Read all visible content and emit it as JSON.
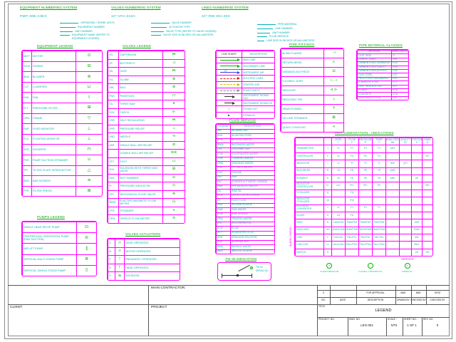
{
  "colors": {
    "accent_magenta": "#ff00ff",
    "accent_cyan": "#00b2b2",
    "accent_green": "#00a400",
    "symbol_green": "#00b400"
  },
  "numbering": {
    "equipment": {
      "title": "EQUIPMENT NUMBERING SYSTEM",
      "code": "PMP-30B-A/B/C",
      "callouts": [
        "OPERATING / SPARE UNITS",
        "EQUIPMENT NUMBER",
        "UNIT NUMBER",
        "EQUIPMENT NAME (REFER TO\nEQUIPMENT LEGEND)"
      ]
    },
    "valves": {
      "title": "VALVES NUMBERING SYSTEM",
      "code": "10\"-VFA-310A",
      "callouts": [
        "VALVE NUMBER",
        "ACTUATOR TYPE",
        "VALVE TYPE (REFER TO VALVE LEGEND)",
        "VALVE SIZE IN INCHES OR MILLIMETERS"
      ]
    },
    "lines": {
      "title": "LINES NUMBERING SYSTEM",
      "code": "20\"-RW-301-003",
      "callouts": [
        "PIPE MATERIAL",
        "LINE NUMBER",
        "UNIT NUMBER",
        "FLUID SERVICE",
        "LINE SIZE IN INCHES OR MILLIMETERS"
      ]
    }
  },
  "equipment_legend": {
    "title": "EQUIPMENT LEGEND",
    "rows": [
      [
        "MOT",
        "MOTOR",
        "⊙"
      ],
      [
        "SCW",
        "SCREW",
        "⊟"
      ],
      [
        "BLW",
        "BLOWER",
        "⊚"
      ],
      [
        "CLF",
        "CLARIFIER",
        "⊔"
      ],
      [
        "FAN",
        "FAN",
        "I"
      ],
      [
        "FLT",
        "PRESSURE FILTER",
        "⊞"
      ],
      [
        "CRN",
        "CRANE",
        "▽"
      ],
      [
        "FAR",
        "FIXED AERATOR",
        "⊥"
      ],
      [
        "FLA",
        "FLOATING AERATOR",
        "⊥"
      ],
      [
        "SCR",
        "SCRAPER",
        "⊓"
      ],
      [
        "PSS",
        "PUMP SUCTION STRAINER",
        "∪"
      ],
      [
        "TPI",
        "TILTED PLATE INTERCEPTOR",
        "△"
      ],
      [
        "BSN",
        "BAR SCREEN",
        "≡"
      ],
      [
        "FPR",
        "FILTER PRESS",
        "⊞"
      ]
    ]
  },
  "pumps_legend": {
    "title": "PUMPS LEGEND",
    "rows": [
      [
        "SINGLE HEAD RECIP. PUMP",
        "⊡"
      ],
      [
        "CENTRIFUGAL HORIZONTAL PUMP (END SUCTION)",
        "⊘"
      ],
      [
        "AIR LIFT PUMP",
        "∥"
      ],
      [
        "VERTICAL MULTI STAGE PUMP",
        "≣"
      ],
      [
        "VERTICAL SINGLE STAGE PUMP",
        "▯"
      ]
    ]
  },
  "valves_legend": {
    "title": "VALVES LEGEND",
    "rows": [
      [
        "VD-",
        "DIAPHRAGM",
        "⋈"
      ],
      [
        "VF-",
        "BUTTERFLY",
        "◁"
      ],
      [
        "VA-",
        "GATE",
        "⋈"
      ],
      [
        "VG-",
        "GLOBE",
        "⊗"
      ],
      [
        "VBL",
        "BALL",
        "⊕"
      ],
      [
        "PNS",
        "PENSTOCK",
        "⊓"
      ],
      [
        "V3-",
        "THREE WAY",
        "⋔"
      ],
      [
        "VCK",
        "CHECK",
        "⊳"
      ],
      [
        "VSR",
        "SELF REGULATING",
        "⋈"
      ],
      [
        "VPR",
        "PRESSURE RELIEF",
        "⊥"
      ],
      [
        "VND",
        "NEEDLE",
        "⊲"
      ],
      [
        "VAR",
        "SINGLE BALL AIR RELIEF",
        "⊚"
      ],
      [
        "",
        "DOUBLE BALL AIR RELIEF",
        "⊚⊚"
      ],
      [
        "VFT",
        "FOOT",
        "⊔"
      ],
      [
        "SOL",
        "SOLENOID WITH THREE WAY VALVE",
        "⊞"
      ],
      [
        "VAH",
        "ANTI HAMMER",
        "⊖"
      ],
      [
        "PI",
        "PRESSURE INDICATOR",
        "⊙"
      ],
      [
        "VFL",
        "MECHANICAL FLOAT VALVE",
        "⊛"
      ],
      [
        "MGM",
        "ELECTRO MAGNETIC FLOW METER",
        "⊡"
      ],
      [
        "STR",
        "STRAINER",
        "∧"
      ],
      [
        "OFM",
        "ORIFICE FLOW METER",
        "⊘"
      ]
    ]
  },
  "valves_actuators": {
    "title": "VALVES ACTUATORS",
    "rows": [
      [
        "G",
        "⊓",
        "GEAR OPERATED"
      ],
      [
        "M",
        "⊙",
        "MOTOR OPERATED"
      ],
      [
        "P",
        "⊤",
        "PNEUMATIC OPERATED"
      ],
      [
        "H",
        "Γ",
        "HAND OPERATED"
      ],
      [
        "S",
        "⊞",
        "SOLENOID"
      ]
    ]
  },
  "line_types": {
    "headers": [
      "LINE SHAPE",
      "DESCRIPTION"
    ],
    "rows": [
      [
        "ln:main-line",
        "MAIN LINE"
      ],
      [
        "ln:secondary-line",
        "SECONDARY LINE"
      ],
      [
        "ln:instrument-air",
        "INSTRUMENT AIR"
      ],
      [
        "ln:electric-line",
        "ELECTRIC LINES"
      ],
      [
        "ln:center-line",
        "CENTER LINE"
      ],
      [
        "ln:plant-limits",
        "PLANT LIMITS"
      ],
      [
        "ln:signal-out",
        "INSTRUMENT SIGNAL OUT"
      ],
      [
        "ln:signal-in",
        "INSTRUMENT SIGNAL IN"
      ],
      [
        "⇨",
        "STEAM OUT"
      ],
      [
        "▶",
        "STEAM IN"
      ]
    ]
  },
  "fluid_service": {
    "title": "FLUID SERVICE",
    "headers": [
      "LEGEND",
      "DESCRIPTION"
    ],
    "rows": [
      [
        "AIR",
        "BLOWING AIR"
      ],
      [
        "ALM",
        "ALUM SOLUTION"
      ],
      [
        "APW",
        "AERATED WATER"
      ],
      [
        "BWW",
        "BACKWASH WATER"
      ],
      [
        "CHL",
        "CHLORINE GAS"
      ],
      [
        "CHW",
        "CHLORINATED WATER"
      ],
      [
        "CLW",
        "CLARIFIED WATER"
      ],
      [
        "DRW",
        "DRAINAGE WATER"
      ],
      [
        "FLW",
        "FILTERED WATER"
      ],
      [
        "GRS",
        "GREASE"
      ],
      [
        "GRT",
        "GRIT"
      ],
      [
        "PAC",
        "POWDER ACTIVATED CARBON"
      ],
      [
        "PAW",
        "PRE-AERATED WATER"
      ],
      [
        "OIL",
        "RAW OIL"
      ],
      [
        "OCA",
        "ODOR CONTROL AGENT"
      ],
      [
        "OF",
        "OVER FLOW"
      ],
      [
        "RAS",
        "RETURN SLUDGE"
      ],
      [
        "RAW",
        "RAW WATER"
      ],
      [
        "RSW",
        "RAW SEWAGE"
      ],
      [
        "TRW",
        "TREATED WATER"
      ],
      [
        "ROL",
        "RECOVERED OIL"
      ],
      [
        "SCM",
        "SCUM"
      ],
      [
        "SCY",
        "SLUDGE RECYCLE"
      ],
      [
        "SOD",
        "SODA ASH SOLUTION"
      ],
      [
        "SUP",
        "SUPERNATANT"
      ],
      [
        "SRW",
        "SERVICE WATER"
      ],
      [
        "WAS",
        "WASTED SLUDGE"
      ]
    ]
  },
  "pipe_fittings": {
    "title": "PIPE FITTINGS",
    "rows": [
      [
        "BLIND FLANGE",
        "⊣"
      ],
      [
        "RETURN BEND",
        "∩"
      ],
      [
        "DISMANTLING PIECE",
        "⊟"
      ],
      [
        "FLEXIBLE JOINT",
        "⊢⊣"
      ],
      [
        "REDUCER",
        "⊲ ⊳"
      ],
      [
        "REDUCING TEE",
        "⊥"
      ],
      [
        "DRAIN FUNNEL",
        "Y"
      ],
      [
        "ON LINE STRAINER",
        "⊠"
      ],
      [
        "QUICK COUPLING",
        "≺"
      ]
    ]
  },
  "pipe_materials": {
    "title": "PIPE MATERIAL CLASSES",
    "headers": [
      "MATERIAL",
      "ABBREVIATION"
    ],
    "rows": [
      [
        "CAST IRON",
        "CI"
      ],
      [
        "CEMENT LINED",
        "CML"
      ],
      [
        "CARBON STEEL SEAMLESS",
        "CSS"
      ],
      [
        "CARBON STEEL (GALV.)",
        "CSG"
      ],
      [
        "CARBON STEEL (EPOXY)",
        "CSE"
      ],
      [
        "CAST STEEL",
        "CST"
      ],
      [
        "FIELD STEEL GALVANIZED",
        "FSG"
      ],
      [
        "STAINLESS STEEL",
        "STS"
      ],
      [
        "CAST IRON DUCTILE",
        "CID"
      ],
      [
        "RUBBER",
        "RUB"
      ],
      [
        "CONCRETE",
        "CON"
      ],
      [
        "GALVANIZED STEEL",
        "GST"
      ]
    ]
  },
  "instrumentation": {
    "title": "INSTRUMENTATION - INDICATIONS",
    "group_label": "ALARM / SWITCH",
    "headers": [
      "",
      "",
      "LEVEL\nL",
      "FLOW\nF",
      "PRESSURE\nP",
      "TEMP\nT",
      "ANALYZER\nAN",
      "QUALITY\nQT",
      "POSITION\nZ",
      "HAND\nH"
    ],
    "rows": [
      [
        "TRANSMITTER",
        "T",
        "LT",
        "FT",
        "PT",
        "TT",
        "ANT",
        "-",
        "-",
        "-"
      ],
      [
        "CONTROLLER",
        "C",
        "LC",
        "FC",
        "PC",
        "TC",
        "-",
        "-",
        "-",
        "HC"
      ],
      [
        "INDICATOR",
        "I",
        "LI",
        "FI",
        "PI",
        "TI",
        "ANI",
        "QTI",
        "-",
        "-"
      ],
      [
        "RECORDER",
        "R",
        "LR",
        "FR",
        "PR",
        "TR",
        "ANR",
        "-",
        "-",
        "-"
      ],
      [
        "ELEMENT",
        "E",
        "LE",
        "FE",
        "PE",
        "TE",
        "ANE",
        "-",
        "ZE",
        "-"
      ],
      [
        "INDICATOR CONTROLLER",
        "IC",
        "LIC",
        "FIC",
        "PIC",
        "TIC",
        "-",
        "-",
        "-",
        "HIC"
      ],
      [
        "TOTALIZER",
        "Q",
        "-",
        "FQ",
        "-",
        "-",
        "-",
        "-",
        "-",
        "-"
      ],
      [
        "INDICATOR TOTALIZER",
        "QI",
        "-",
        "FQI",
        "-",
        "-",
        "-",
        "-",
        "-",
        "-"
      ],
      [
        "SOLENOID CONVERTER",
        "Y",
        "LY",
        "FY",
        "PY",
        "TY",
        "-",
        "-",
        "-",
        "-"
      ],
      [
        "GLASS",
        "G",
        "LG",
        "FG",
        "-",
        "-",
        "-",
        "-",
        "-",
        "-"
      ],
      [
        "HIGH",
        "H",
        "LAH/LSH",
        "FAH/FSH",
        "PAH/PSH",
        "TAH/TSH",
        "-",
        "-",
        "ZSH",
        "-"
      ],
      [
        "HIGH HIGH",
        "HH",
        "LAHH/LSHH",
        "FAHH/FSHH",
        "PAHH/PSHH",
        "TAHH/TSHH",
        "-",
        "-",
        "ZSHH",
        "-"
      ],
      [
        "LOW",
        "L",
        "LAL/LSL",
        "FAL/FSL",
        "PAL/PSL",
        "TAL/TSL",
        "-",
        "-",
        "ZSL",
        "-"
      ],
      [
        "LOW LOW",
        "LL",
        "LALL/LSLL",
        "FALL/FSLL",
        "PALL/PSLL",
        "TALL/TSLL",
        "-",
        "-",
        "ZSLL",
        "-"
      ],
      [
        "SWITCH",
        "S",
        "-",
        "-",
        "-",
        "-",
        "-",
        "-",
        "ZS",
        "HS"
      ]
    ]
  },
  "tie_in": {
    "title": "TIE-IN INDICATION",
    "label_line1": "TIE-IN",
    "label_line2": "SERIAL No."
  },
  "service": {
    "title": "SERVICE",
    "items": [
      [
        "•",
        "FLASH BEACON"
      ],
      [
        "–",
        "LOCALLY MOUNTED"
      ],
      [
        "=",
        "REMOTE"
      ]
    ]
  },
  "titleblock": {
    "main_contractor_label": "MAIN CONTRACTOR:",
    "client_label": "CLIENT:",
    "project_label": "PROJECT",
    "approval_row": [
      "0",
      "",
      "FOR APPROVAL",
      "MAK",
      "MIM",
      "MYM"
    ],
    "header_row": [
      "NO.",
      "DATE",
      "DESCRIPTION",
      "DRAWN BY",
      "CHECKED BY",
      "CHECKED BY"
    ],
    "title_label": "TITLE",
    "title_value": "LEGEND",
    "project_no_label": "PROJECT. NO.",
    "dwg_no_label": "DWG. NO.",
    "dwg_no_value": "LEG-001",
    "scale_label": "SCALE :",
    "scale_value": "NTS",
    "sheet_label": "SHEET NO. :",
    "sheet_value": "1 OF 1",
    "rev_label": "REV. NO.",
    "rev_value": "0"
  }
}
